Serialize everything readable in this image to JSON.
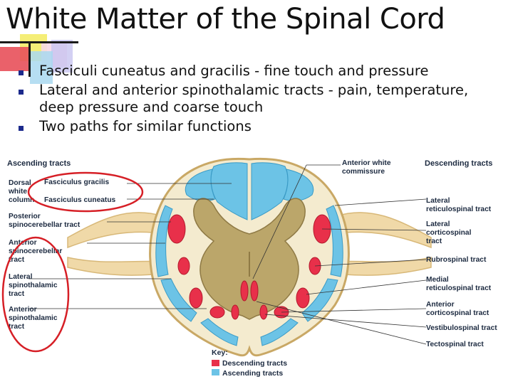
{
  "slide": {
    "title": "White Matter of the Spinal Cord",
    "bullets": [
      "Fasciculi cuneatus and gracilis - fine touch and pressure",
      "Lateral and anterior spinothalamic tracts - pain, temperature, deep pressure and coarse touch",
      "Two paths for similar functions"
    ]
  },
  "diagram": {
    "ascending_header": "Ascending tracts",
    "descending_header": "Descending tracts",
    "left_labels": {
      "dorsal_white_column": [
        "Dorsal",
        "white",
        "column"
      ],
      "fasciculus_gracilis": "Fasciculus gracilis",
      "fasciculus_cuneatus": "Fasciculus cuneatus",
      "posterior_spinocerebellar": [
        "Posterior",
        "spinocerebellar tract"
      ],
      "anterior_spinocerebellar": [
        "Anterior",
        "spinocerebellar",
        "tract"
      ],
      "lateral_spinothalamic": [
        "Lateral",
        "spinothalamic",
        "tract"
      ],
      "anterior_spinothalamic": [
        "Anterior",
        "spinothalamic",
        "tract"
      ]
    },
    "anterior_white_commissure": [
      "Anterior white",
      "commissure"
    ],
    "right_labels": {
      "lateral_reticulospinal": [
        "Lateral",
        "reticulospinal tract"
      ],
      "lateral_corticospinal": [
        "Lateral",
        "corticospinal",
        "tract"
      ],
      "rubrospinal": "Rubrospinal tract",
      "medial_reticulospinal": [
        "Medial",
        "reticulospinal tract"
      ],
      "anterior_corticospinal": [
        "Anterior",
        "corticospinal tract"
      ],
      "vestibulospinal": "Vestibulospinal tract",
      "tectospinal": "Tectospinal tract"
    },
    "key": {
      "title": "Key:",
      "descending": "Descending tracts",
      "ascending": "Ascending tracts"
    },
    "colors": {
      "descending": "#e8304a",
      "ascending": "#6cc3e6",
      "gray_matter": "#bba66a",
      "white_matter": "#f4ebcf",
      "annotation_circle": "#d61f26"
    }
  }
}
